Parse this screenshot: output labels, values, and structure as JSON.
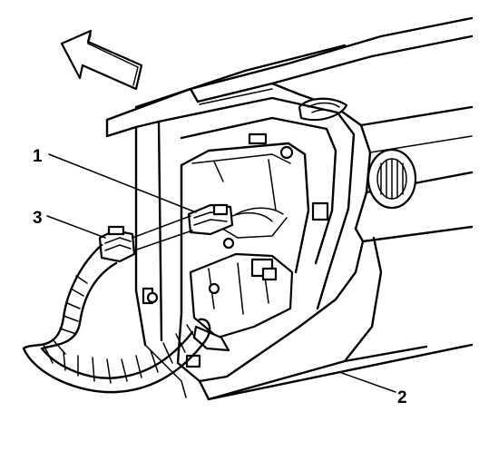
{
  "diagram": {
    "callouts": [
      {
        "id": "1",
        "label": "1"
      },
      {
        "id": "2",
        "label": "2"
      },
      {
        "id": "3",
        "label": "3"
      }
    ],
    "direction_icon": "forward-arrow-icon",
    "colors": {
      "ink": "#000000",
      "paper": "#ffffff"
    }
  }
}
